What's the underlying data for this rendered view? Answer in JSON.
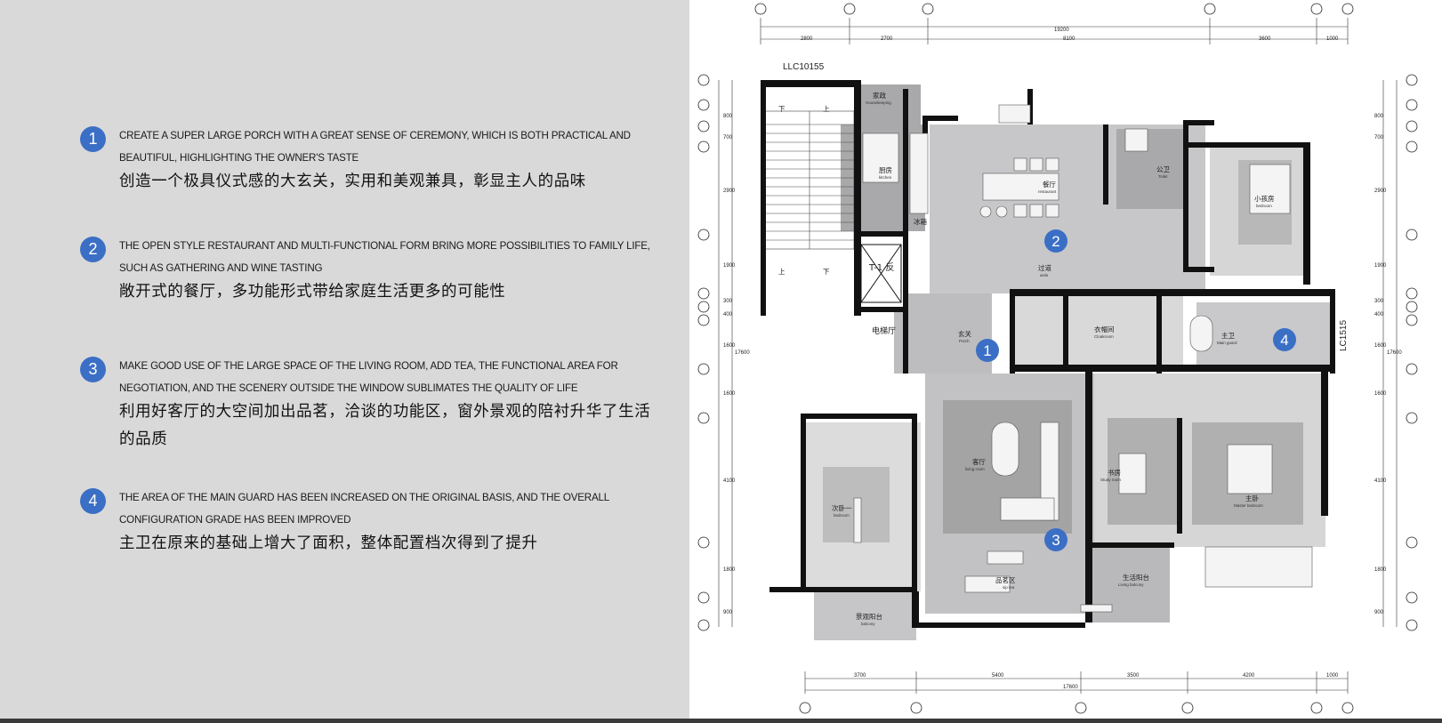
{
  "points": [
    {
      "num": "1",
      "en": "CREATE A SUPER LARGE PORCH WITH A GREAT SENSE OF CEREMONY, WHICH IS BOTH PRACTICAL AND BEAUTIFUL, HIGHLIGHTING THE OWNER'S TASTE",
      "zh": "创造一个极具仪式感的大玄关，实用和美观兼具，彰显主人的品味"
    },
    {
      "num": "2",
      "en": "THE OPEN STYLE RESTAURANT AND MULTI-FUNCTIONAL FORM BRING MORE POSSIBILITIES TO FAMILY LIFE, SUCH AS GATHERING AND WINE TASTING",
      "zh": "敞开式的餐厅，多功能形式带给家庭生活更多的可能性"
    },
    {
      "num": "3",
      "en": "MAKE GOOD USE OF THE LARGE SPACE OF THE LIVING ROOM, ADD TEA, THE FUNCTIONAL AREA FOR NEGOTIATION, AND THE SCENERY OUTSIDE THE WINDOW SUBLIMATES THE QUALITY OF LIFE",
      "zh": "利用好客厅的大空间加出品茗，洽谈的功能区，窗外景观的陪衬升华了生活的品质"
    },
    {
      "num": "4",
      "en": "THE AREA OF THE MAIN GUARD HAS BEEN INCREASED ON THE ORIGINAL BASIS, AND THE OVERALL CONFIGURATION GRADE HAS BEEN IMPROVED",
      "zh": "主卫在原来的基础上增大了面积，整体配置档次得到了提升"
    }
  ],
  "plan": {
    "top_dims": {
      "total": "19200",
      "parts": [
        "2800",
        "2700",
        "8100",
        "3600",
        "1000"
      ]
    },
    "bottom_dims": {
      "total": "17600",
      "parts": [
        "3700",
        "5400",
        "3500",
        "4200",
        "1000"
      ]
    },
    "left_dims": {
      "total": "17600",
      "parts": [
        "800",
        "700",
        "2900",
        "1900",
        "300",
        "400",
        "1600",
        "1600",
        "4100",
        "1800",
        "900"
      ]
    },
    "right_dims": {
      "total": "17600",
      "parts": [
        "800",
        "700",
        "2900",
        "1900",
        "300",
        "400",
        "1600",
        "1600",
        "4100",
        "1800",
        "900"
      ]
    },
    "window_labels": [
      "LLC10155",
      "LC1515"
    ],
    "rooms": [
      {
        "zh": "家政",
        "en": "Housekeeping"
      },
      {
        "zh": "厨房",
        "en": "kitchen"
      },
      {
        "zh": "冰箱",
        "en": ""
      },
      {
        "zh": "餐厅",
        "en": "restaurant"
      },
      {
        "zh": "公卫",
        "en": "Toilet"
      },
      {
        "zh": "小孩房",
        "en": "bedroom"
      },
      {
        "zh": "过道",
        "en": "aisle"
      },
      {
        "zh": "T-1 反",
        "en": ""
      },
      {
        "zh": "电梯厅",
        "en": ""
      },
      {
        "zh": "玄关",
        "en": "Porch"
      },
      {
        "zh": "衣帽间",
        "en": "Cloakroom"
      },
      {
        "zh": "主卫",
        "en": "Main guard"
      },
      {
        "zh": "客厅",
        "en": "living room"
      },
      {
        "zh": "书房",
        "en": "Study room"
      },
      {
        "zh": "主卧",
        "en": "Master bedroom"
      },
      {
        "zh": "次卧一",
        "en": "bedroom"
      },
      {
        "zh": "品茗区",
        "en": "sip tea"
      },
      {
        "zh": "生活阳台",
        "en": "Living balcony"
      },
      {
        "zh": "景观阳台",
        "en": "balcony"
      }
    ],
    "stairs": [
      "下",
      "上",
      "上",
      "下"
    ],
    "markers": [
      "1",
      "2",
      "3",
      "4"
    ],
    "accent_color": "#3b6fc6"
  }
}
